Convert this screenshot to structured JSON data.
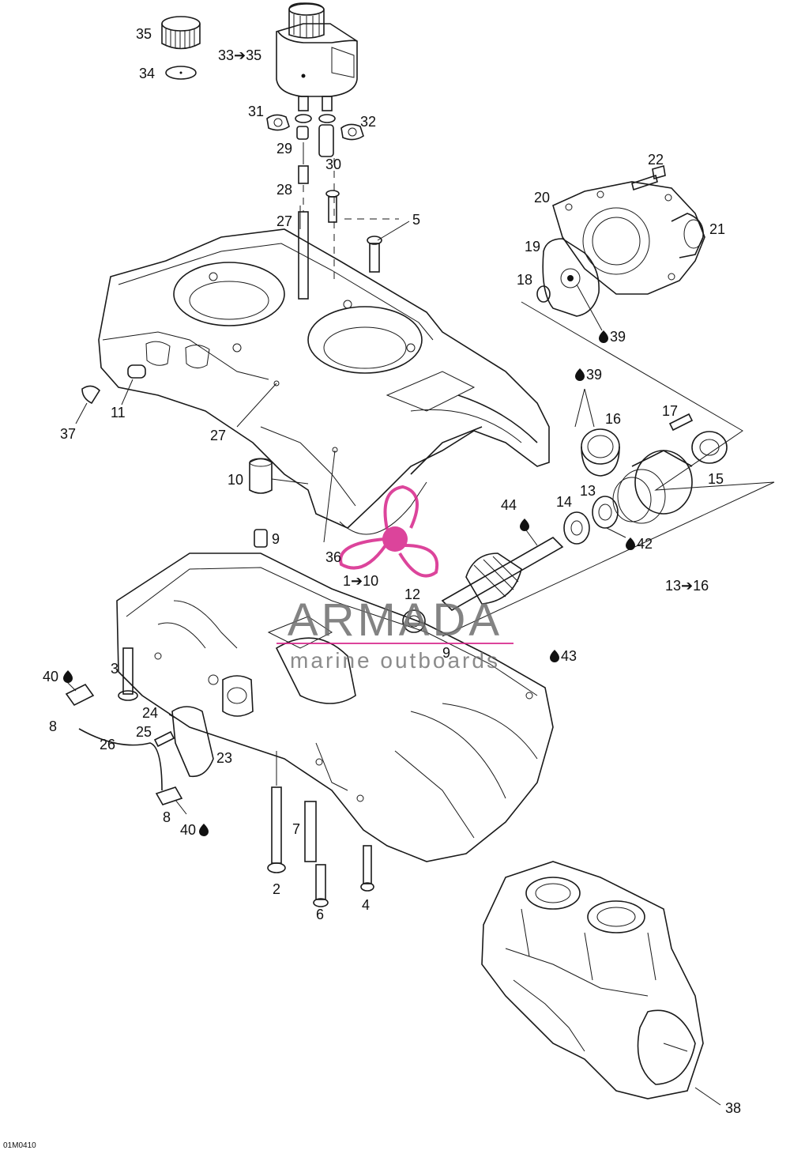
{
  "drawing_code": "01M0410",
  "watermark": {
    "brand": "ARMADA",
    "tagline": "marine outboards",
    "brand_color": "#d6248a"
  },
  "callouts": {
    "c35": "35",
    "c34": "34",
    "c33_35": "33➔35",
    "c31": "31",
    "c32": "32",
    "c29": "29",
    "c30": "30",
    "c28": "28",
    "c27a": "27",
    "c5": "5",
    "c22": "22",
    "c20": "20",
    "c21": "21",
    "c19": "19",
    "c18": "18",
    "c39a": "39",
    "c39b": "39",
    "c16": "16",
    "c17": "17",
    "c15": "15",
    "c11": "11",
    "c37": "37",
    "c27b": "27",
    "c10": "10",
    "c44": "44",
    "c14": "14",
    "c13": "13",
    "c42": "42",
    "c9a": "9",
    "c36": "36",
    "c1_10": "1➔10",
    "c12": "12",
    "c13_16": "13➔16",
    "c9b": "9",
    "c43": "43",
    "c3": "3",
    "c40a": "40",
    "c24": "24",
    "c8a": "8",
    "c25": "25",
    "c26": "26",
    "c23": "23",
    "c8b": "8",
    "c40b": "40",
    "c7": "7",
    "c2": "2",
    "c6": "6",
    "c4": "4",
    "c38": "38"
  }
}
